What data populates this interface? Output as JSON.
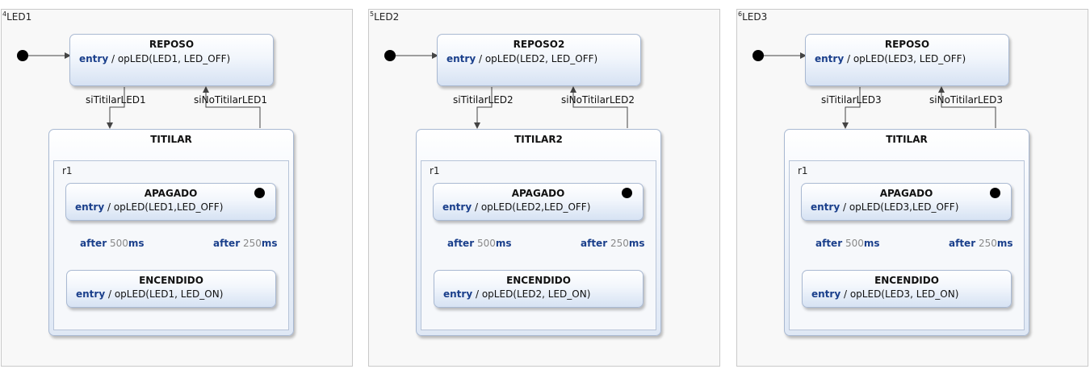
{
  "regions": [
    {
      "index": "4",
      "name": "LED1",
      "top_state": {
        "name": "REPOSO",
        "entry_kw": "entry",
        "entry_text": " / opLED(LED1, LED_OFF)"
      },
      "to_titilar": "siTitilarLED1",
      "to_reposo": "siNoTitilarLED1",
      "composite": {
        "name": "TITILAR",
        "region": "r1"
      },
      "apagado": {
        "name": "APAGADO",
        "entry_kw": "entry",
        "entry_text": " / opLED(LED1,LED_OFF)"
      },
      "encendido": {
        "name": "ENCENDIDO",
        "entry_kw": "entry",
        "entry_text": " / opLED(LED1, LED_ON)"
      },
      "t_on": {
        "kw": "after",
        "num": "500",
        "unit": "ms"
      },
      "t_off": {
        "kw": "after",
        "num": "250",
        "unit": "ms"
      }
    },
    {
      "index": "5",
      "name": "LED2",
      "top_state": {
        "name": "REPOSO2",
        "entry_kw": "entry",
        "entry_text": " / opLED(LED2, LED_OFF)"
      },
      "to_titilar": "siTitilarLED2",
      "to_reposo": "siNoTitilarLED2",
      "composite": {
        "name": "TITILAR2",
        "region": "r1"
      },
      "apagado": {
        "name": "APAGADO",
        "entry_kw": "entry",
        "entry_text": " / opLED(LED2,LED_OFF)"
      },
      "encendido": {
        "name": "ENCENDIDO",
        "entry_kw": "entry",
        "entry_text": " / opLED(LED2, LED_ON)"
      },
      "t_on": {
        "kw": "after",
        "num": "500",
        "unit": "ms"
      },
      "t_off": {
        "kw": "after",
        "num": "250",
        "unit": "ms"
      }
    },
    {
      "index": "6",
      "name": "LED3",
      "top_state": {
        "name": "REPOSO",
        "entry_kw": "entry",
        "entry_text": " / opLED(LED3, LED_OFF)"
      },
      "to_titilar": "siTitilarLED3",
      "to_reposo": "siNoTitilarLED3",
      "composite": {
        "name": "TITILAR",
        "region": "r1"
      },
      "apagado": {
        "name": "APAGADO",
        "entry_kw": "entry",
        "entry_text": " / opLED(LED3,LED_OFF)"
      },
      "encendido": {
        "name": "ENCENDIDO",
        "entry_kw": "entry",
        "entry_text": " / opLED(LED3, LED_ON)"
      },
      "t_on": {
        "kw": "after",
        "num": "500",
        "unit": "ms"
      },
      "t_off": {
        "kw": "after",
        "num": "250",
        "unit": "ms"
      }
    }
  ]
}
